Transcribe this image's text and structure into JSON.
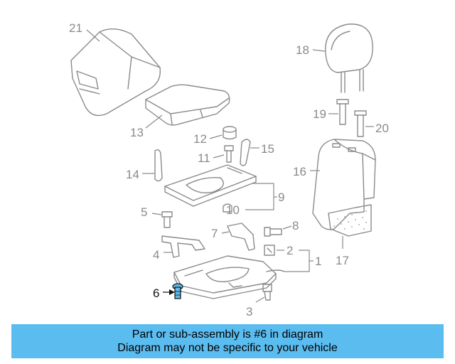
{
  "banner": {
    "line1": "Part or sub-assembly is #6 in diagram",
    "line2": "Diagram may not be specific to your vehicle"
  },
  "highlighted_part": "6",
  "highlight_color": "#5bbcf0",
  "callouts": {
    "c1": "1",
    "c2": "2",
    "c3": "3",
    "c4": "4",
    "c5": "5",
    "c6": "6",
    "c7": "7",
    "c8": "8",
    "c9": "9",
    "c10": "10",
    "c11": "11",
    "c12": "12",
    "c13": "13",
    "c14": "14",
    "c15": "15",
    "c16": "16",
    "c17": "17",
    "c18": "18",
    "c19": "19",
    "c20": "20",
    "c21": "21"
  }
}
